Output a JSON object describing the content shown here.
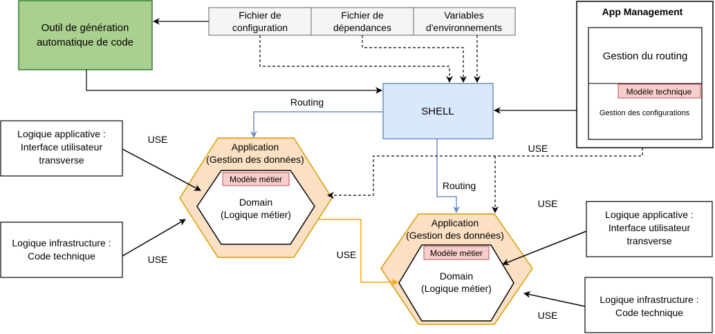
{
  "codegen": {
    "line1": "Outil de génération",
    "line2": "automatique de code"
  },
  "config_files": [
    {
      "line1": "Fichier de",
      "line2": "configuration"
    },
    {
      "line1": "Fichier de",
      "line2": "dépendances"
    },
    {
      "line1": "Variables",
      "line2": "d'environnements"
    }
  ],
  "app_management": {
    "title": "App Management",
    "routing": "Gestion du routing",
    "model_tag": "Modèle technique",
    "configs": "Gestion des configurations"
  },
  "shell": {
    "label": "SHELL"
  },
  "labels": {
    "routing_left": "Routing",
    "routing_right": "Routing",
    "use_right": "USE",
    "use_left_top": "USE",
    "use_left_bottom": "USE",
    "use_orange": "USE",
    "use_right_top": "USE",
    "use_right_bottom": "USE"
  },
  "hex_left": {
    "line1": "Application",
    "line2": "(Gestion des données)",
    "tag": "Modèle métier",
    "domain1": "Domain",
    "domain2": "(Logique métier)"
  },
  "hex_right": {
    "line1": "Application",
    "line2": "(Gestion des données)",
    "tag": "Modèle métier",
    "domain1": "Domain",
    "domain2": "(Logique métier)"
  },
  "left_app_logic": {
    "line1": "Logique applicative :",
    "line2": "Interface utilisateur",
    "line3": "transverse"
  },
  "left_infra_logic": {
    "line1": "Logique infrastructure :",
    "line2": "Code technique"
  },
  "right_app_logic": {
    "line1": "Logique applicative :",
    "line2": "Interface utilisateur",
    "line3": "transverse"
  },
  "right_infra_logic": {
    "line1": "Logique infrastructure :",
    "line2": "Code technique"
  },
  "colors": {
    "codegen_fill": "#a9d08e",
    "codegen_stroke": "#2e7d32",
    "shell_fill": "#dae8fc",
    "shell_stroke": "#6c8ebf",
    "hex_fill": "#fbe0c3",
    "hex_stroke": "#d79b00",
    "tag_fill": "#f8cecc",
    "tag_stroke": "#b85450",
    "file_fill": "#f5f5f5",
    "file_stroke": "#666666",
    "routing_color": "#6c8ebf",
    "orange_use": "#f0a30a"
  }
}
